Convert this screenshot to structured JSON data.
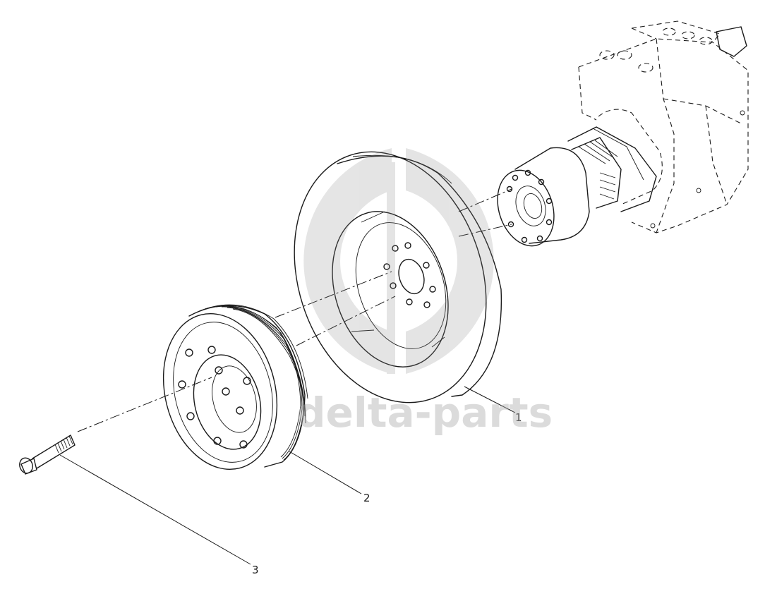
{
  "callouts": [
    {
      "label": "1"
    },
    {
      "label": "2"
    },
    {
      "label": "3"
    }
  ],
  "watermark": {
    "text": "delta-parts",
    "color": "#b0b0b0"
  },
  "colors": {
    "line": "#1a1a1a",
    "background": "#ffffff"
  }
}
